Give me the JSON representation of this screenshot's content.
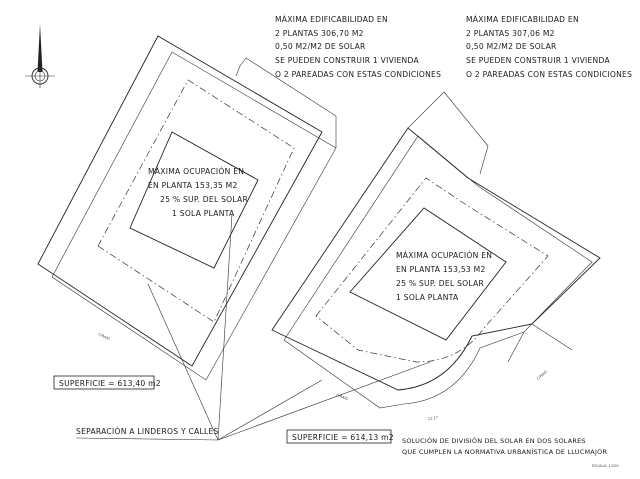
{
  "plot_left": {
    "buildability": [
      "MÁXIMA EDIFICABILIDAD EN",
      "2 PLANTAS 306,70 M2",
      "0,50 M2/M2 DE SOLAR",
      "SE PUEDEN CONSTRUIR 1 VIVIENDA",
      "O 2 PAREADAS CON ESTAS CONDICIONES"
    ],
    "occupancy": [
      "MÁXIMA OCUPACIÓN EN",
      "EN PLANTA 153,35 M2",
      "25 % SUP. DEL SOLAR",
      "1 SOLA PLANTA"
    ],
    "surface": "SUPERFICIE = 613,40 m2"
  },
  "plot_right": {
    "buildability": [
      "MÁXIMA EDIFICABILIDAD EN",
      "2 PLANTAS 307,06 M2",
      "0,50 M2/M2 DE SOLAR",
      "SE PUEDEN CONSTRUIR 1 VIVIENDA",
      "O 2 PAREADAS CON ESTAS CONDICIONES"
    ],
    "occupancy": [
      "MÁXIMA OCUPACIÓN EN",
      "EN PLANTA 153,53 M2",
      "25 % SUP. DEL SOLAR",
      "1 SOLA PLANTA"
    ],
    "surface": "SUPERFICIE = 614,13 m2"
  },
  "setback_label": "SEPARACIÓN A LINDEROS Y CALLES",
  "solution_note": [
    "SOLUCIÓN DE DIVISIÓN DEL SOLAR EN DOS SOLARES",
    "QUE CUMPLEN LA NORMATIVA URBANÍSTICA DE LLUCMAJOR"
  ],
  "scale": "ESCALA: 1/200",
  "edge_labels": [
    "C/RAIG",
    "C/RAIG",
    "C/RAIG",
    "11,17"
  ],
  "north_arrow_icon": "north-arrow-icon"
}
